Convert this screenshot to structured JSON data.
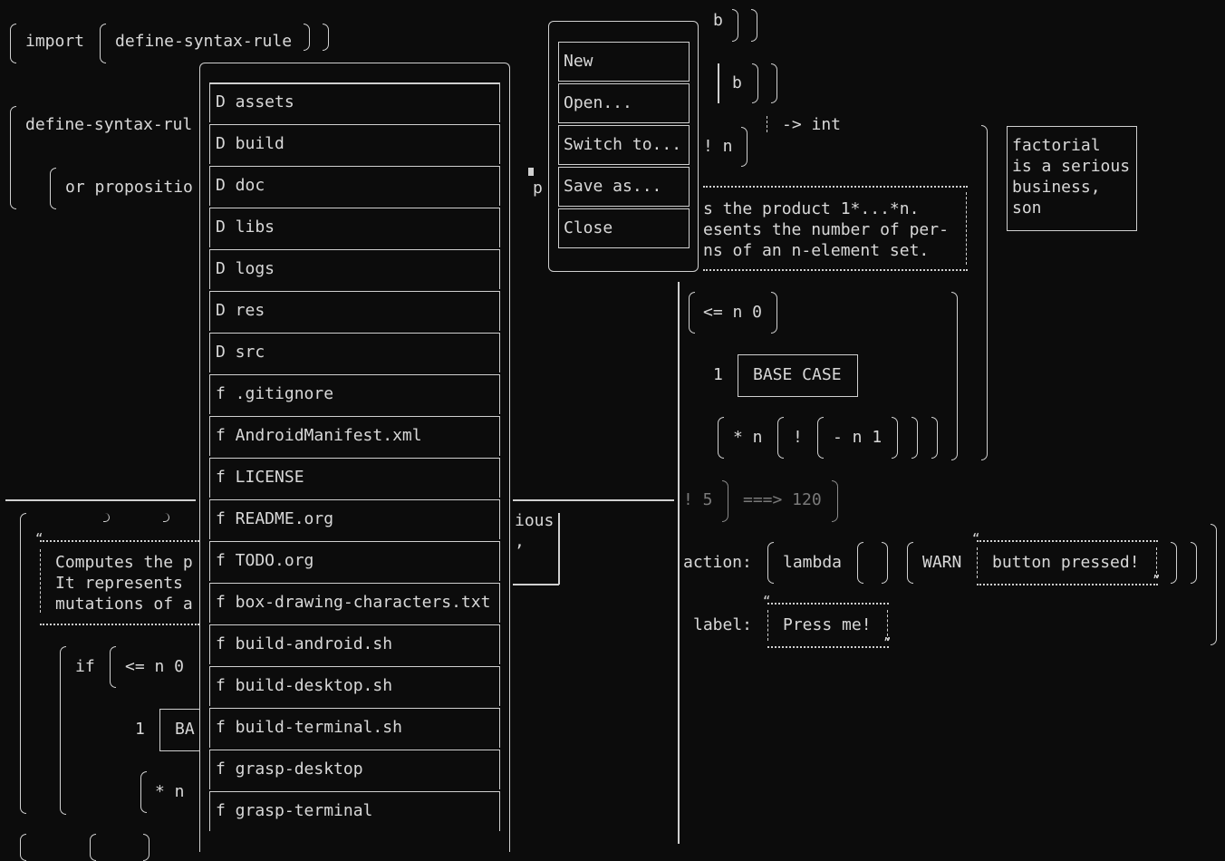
{
  "editor": {
    "import_kw": "import",
    "import_name": "define-syntax-rule",
    "define_clip": "define-syntax-rul",
    "or_clip": "or propositio",
    "p": "p",
    "b1": "b",
    "b2": "b",
    "ret_type": "-> int",
    "bang_n": "! n",
    "doc1": "s the product 1*...*n.",
    "doc2": "esents the number of per-",
    "doc3": "ns of an n-element set.",
    "note1": "factorial",
    "note2": "is a serious",
    "note3": "business,",
    "note4": "son",
    "cond": "<= n 0",
    "one": "1",
    "base_case": "BASE CASE",
    "mul": "* n",
    "bang": "!",
    "minus": "- n 1",
    "example": "! 5",
    "example_arrow": "===> 120",
    "ious": "ious",
    "comma": ",",
    "action_label": "action:",
    "lambda": "lambda",
    "warn": "WARN",
    "button_pressed": "button pressed!",
    "label_label": "label:",
    "press_me": "Press me!",
    "left_doc1": "Computes the p",
    "left_doc2": "It represents",
    "left_doc3": "mutations of a",
    "if_kw": "if",
    "left_cond": "<= n 0",
    "left_one": "1",
    "left_base": "BA",
    "left_mul": "* n"
  },
  "file_browser": {
    "items": [
      "D assets",
      "D build",
      "D doc",
      "D libs",
      "D logs",
      "D res",
      "D src",
      "f .gitignore",
      "f AndroidManifest.xml",
      "f LICENSE",
      "f README.org",
      "f TODO.org",
      "f box-drawing-characters.txt",
      "f build-android.sh",
      "f build-desktop.sh",
      "f build-terminal.sh",
      "f grasp-desktop",
      "f grasp-terminal"
    ]
  },
  "menu": {
    "items": [
      "New",
      "Open...",
      "Switch to...",
      "Save as...",
      "Close"
    ]
  }
}
